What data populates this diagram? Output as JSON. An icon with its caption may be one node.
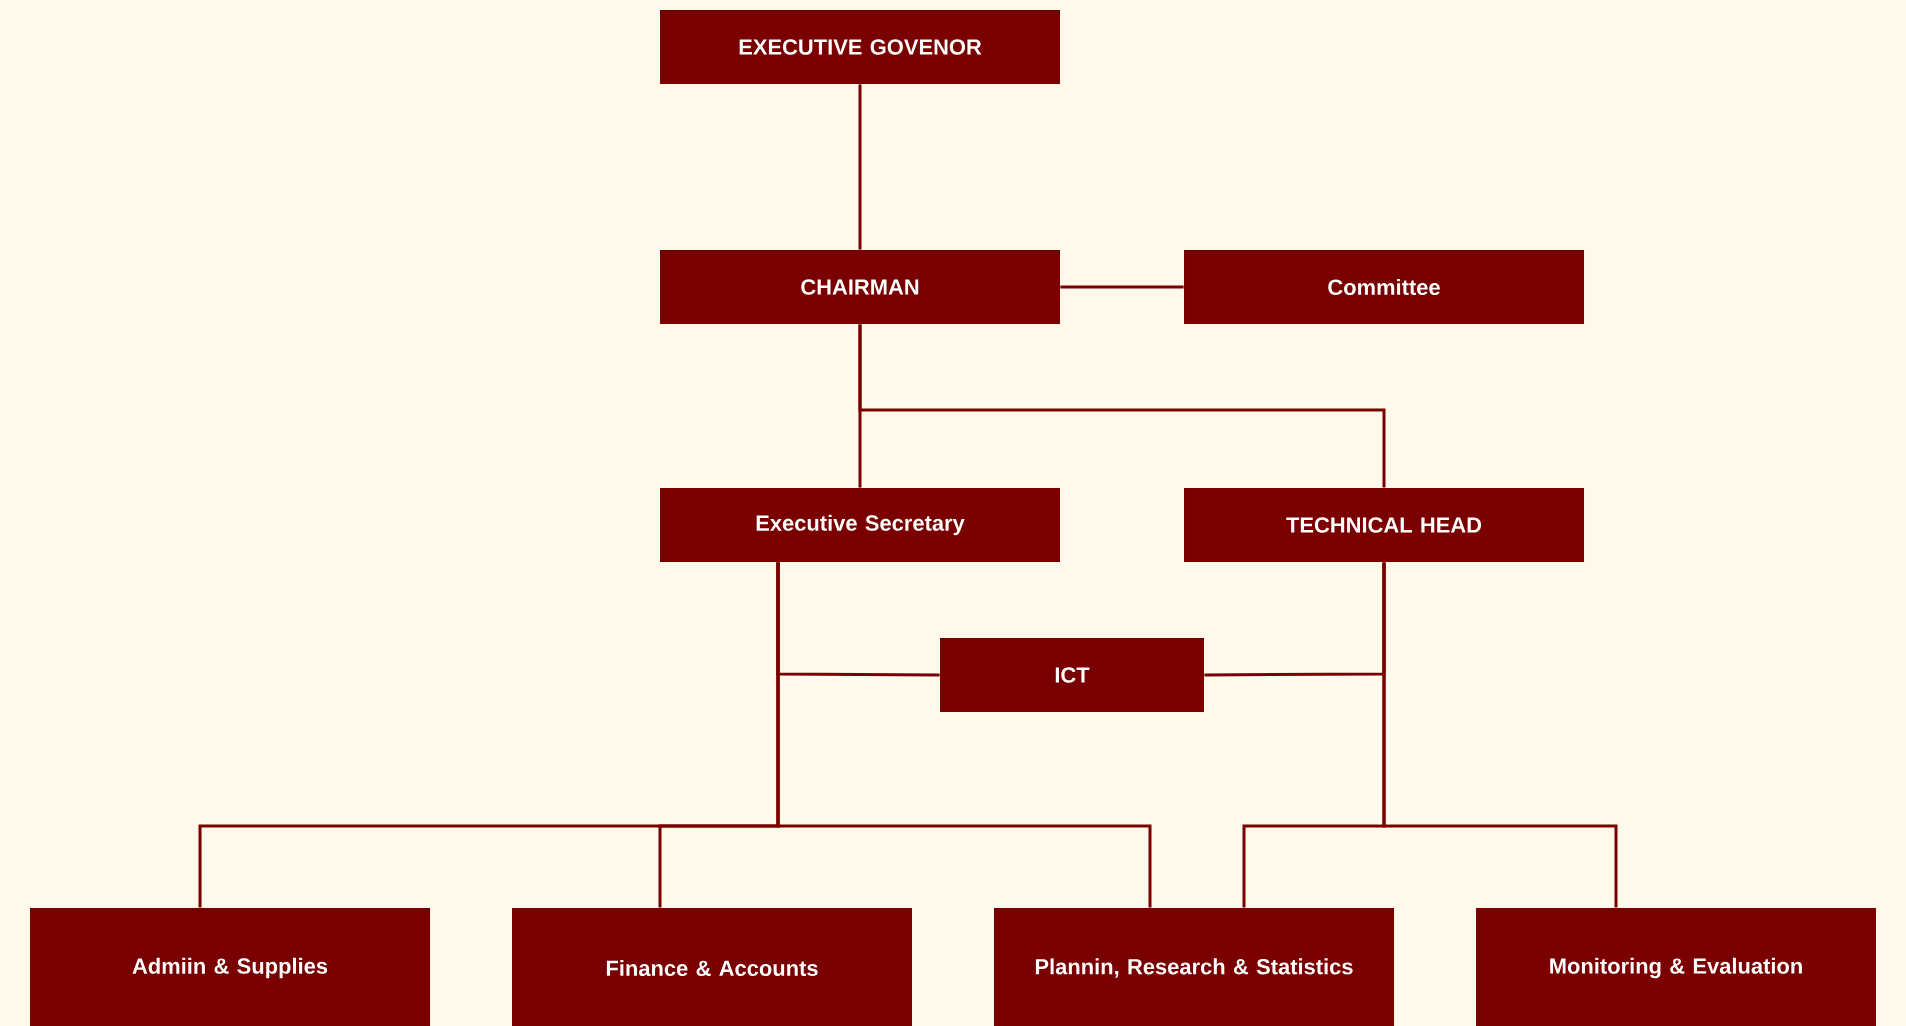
{
  "diagram": {
    "nodes": [
      {
        "text": [
          "EXECUTIVE GOVENOR"
        ]
      },
      {
        "text": [
          "CHAIRMAN"
        ]
      },
      {
        "text": [
          "Committee"
        ]
      },
      {
        "text": [
          "Executive Secretary"
        ]
      },
      {
        "text": [
          "TECHNICAL HEAD"
        ]
      },
      {
        "text": [
          "ICT"
        ]
      },
      {
        "text": [
          "Admiin & Supplies"
        ]
      },
      {
        "text": [
          "Finance & Accounts"
        ]
      },
      {
        "text": [
          "Plannin, Research & Statistics"
        ]
      },
      {
        "text": [
          "Monitoring & Evaluation"
        ]
      }
    ],
    "edges": [
      {
        "from": 0,
        "to": 1,
        "arrow": "none"
      },
      {
        "from": 1,
        "to": 2,
        "arrow": "none"
      },
      {
        "from": 1,
        "to": 3,
        "arrow": "none"
      },
      {
        "from": 1,
        "to": 4,
        "arrow": "none"
      },
      {
        "from": 3,
        "to": 5,
        "arrow": "none"
      },
      {
        "from": 4,
        "to": 5,
        "arrow": "none"
      },
      {
        "from": 3,
        "to": 6,
        "arrow": "none"
      },
      {
        "from": 3,
        "to": 7,
        "arrow": "none"
      },
      {
        "from": 3,
        "to": 8,
        "arrow": "none"
      },
      {
        "from": 4,
        "to": 8,
        "arrow": "none"
      },
      {
        "from": 4,
        "to": 9,
        "arrow": "none"
      }
    ]
  }
}
